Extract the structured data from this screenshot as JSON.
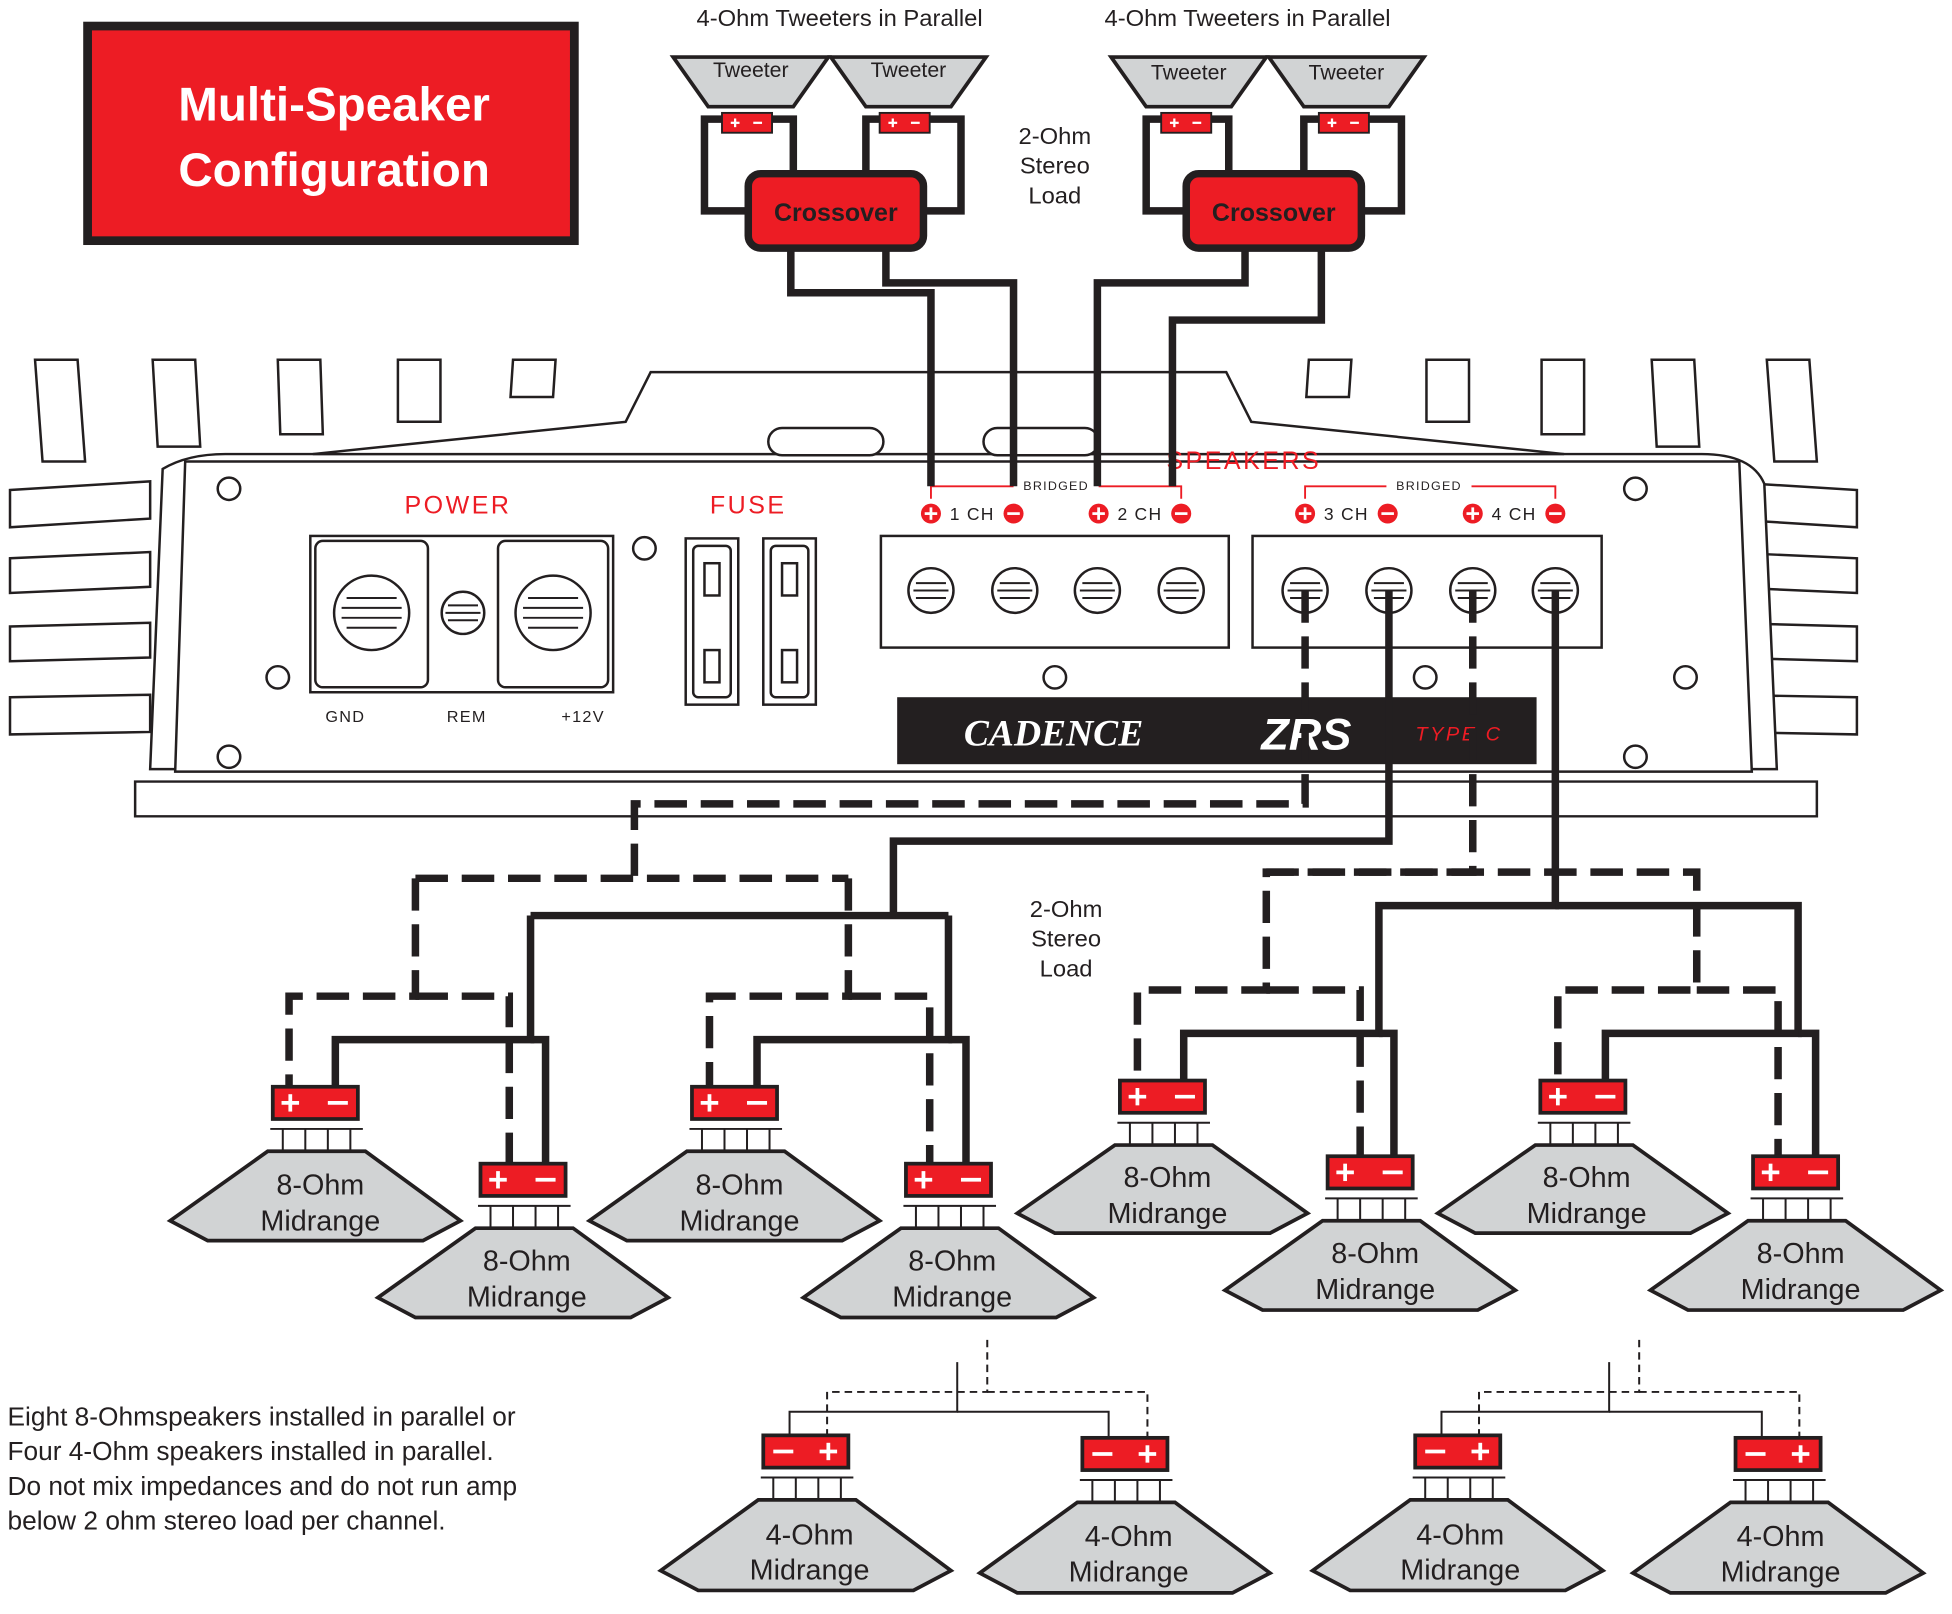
{
  "title": {
    "line1": "Multi-Speaker",
    "line2": "Configuration"
  },
  "tweeter_groups": {
    "left_title": "4-Ohm Tweeters in Parallel",
    "right_title": "4-Ohm Tweeters in Parallel",
    "tweeter_label": "Tweeter",
    "crossover_label": "Crossover"
  },
  "load_top": {
    "line1": "2-Ohm",
    "line2": "Stereo",
    "line3": "Load"
  },
  "load_middle": {
    "line1": "2-Ohm",
    "line2": "Stereo",
    "line3": "Load"
  },
  "amplifier": {
    "power_label": "POWER",
    "fuse_label": "FUSE",
    "speakers_label": "SPEAKERS",
    "bridged_label": "BRIDGED",
    "terminal_gnd": "GND",
    "terminal_rem": "REM",
    "terminal_12v": "+12V",
    "ch1": "1 CH",
    "ch2": "2 CH",
    "ch3": "3 CH",
    "ch4": "4 CH",
    "brand": "CADENCE",
    "model": "ZRS",
    "type": "TYPE C"
  },
  "speakers": {
    "mid8_line1": "8-Ohm",
    "mid8_line2": "Midrange",
    "mid4_line1": "4-Ohm",
    "mid4_line2": "Midrange"
  },
  "note": {
    "line1": "Eight 8-Ohmspeakers installed in parallel or",
    "line2": "Four 4-Ohm speakers installed in parallel.",
    "line3": "Do not mix impedances and do not run amp",
    "line4": "below 2 ohm stereo load per channel."
  },
  "colors": {
    "accent_red": "#ed1c24",
    "ink": "#231f20",
    "cone_gray": "#d1d3d4"
  }
}
